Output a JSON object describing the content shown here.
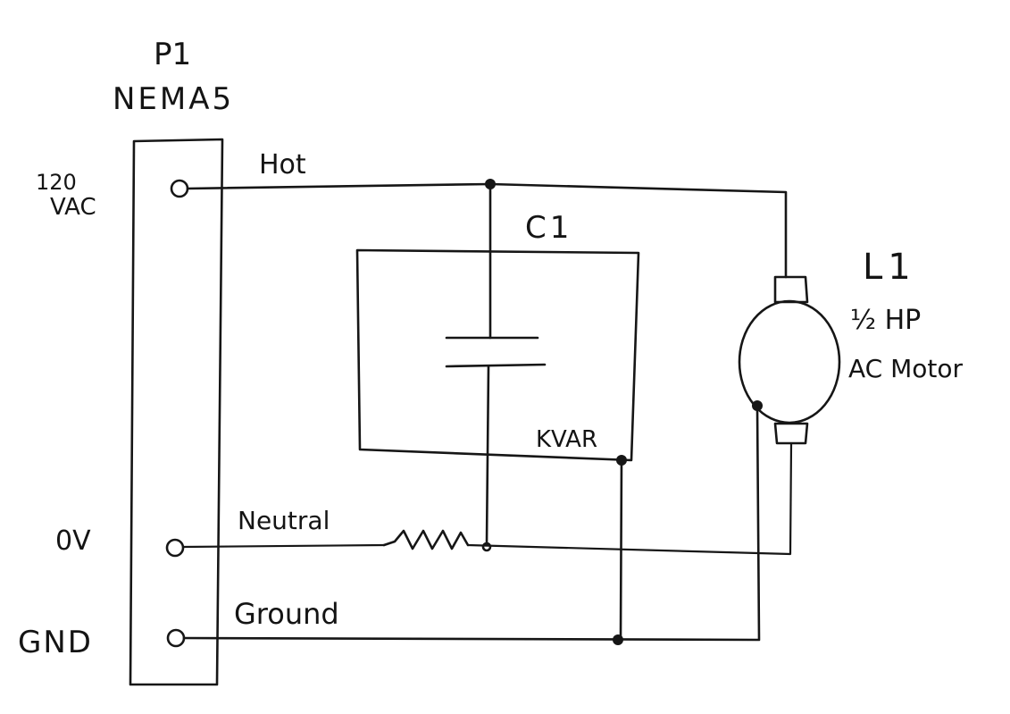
{
  "connector": {
    "ref": "P1",
    "type": "NEMA5",
    "supply_label_line1": "120",
    "supply_label_line2": "VAC",
    "pins": [
      {
        "side_label": "",
        "wire_label": "Hot"
      },
      {
        "side_label": "0V",
        "wire_label": "Neutral"
      },
      {
        "side_label": "GND",
        "wire_label": "Ground"
      }
    ]
  },
  "capacitor": {
    "ref": "C1",
    "value_label": "KVAR"
  },
  "motor": {
    "ref": "L1",
    "rating_line1": "½ HP",
    "rating_line2": "AC Motor"
  }
}
